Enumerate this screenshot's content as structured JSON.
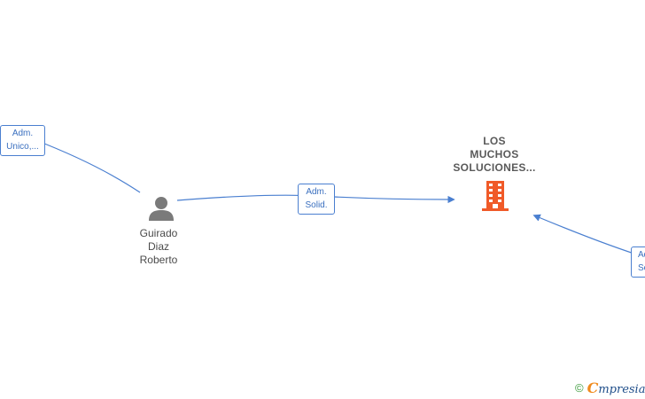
{
  "person": {
    "name_lines": [
      "Guirado",
      "Diaz",
      "Roberto"
    ],
    "icon": "person-icon"
  },
  "company": {
    "name_lines": [
      "LOS",
      "MUCHOS",
      "SOLUCIONES..."
    ],
    "icon": "building-icon",
    "color": "#f05a28"
  },
  "edges": {
    "top_left": {
      "lines": [
        "Adm.",
        "Unico,..."
      ]
    },
    "center": {
      "lines": [
        "Adm.",
        "Solid."
      ]
    },
    "right": {
      "lines": [
        "Ad",
        "So"
      ]
    }
  },
  "colors": {
    "edge": "#4a7fd0",
    "label_text": "#3a6fbf",
    "node_text": "#4a4a4a",
    "person_icon": "#7a7a7a"
  },
  "footer": {
    "copyright_symbol": "©",
    "brand_first": "C",
    "brand_rest": "mpresia"
  }
}
